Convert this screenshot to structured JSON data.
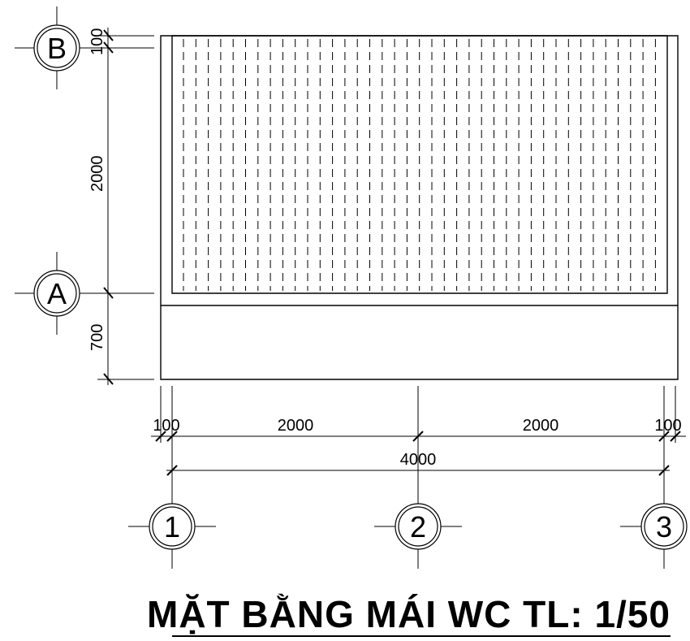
{
  "grid_axes": {
    "horizontal": [
      "B",
      "A"
    ],
    "vertical": [
      "1",
      "2",
      "3"
    ]
  },
  "dimensions": {
    "left_top": "100",
    "left_middle": "2000",
    "left_bottom": "700",
    "bottom_row": [
      "100",
      "2000",
      "2000",
      "100"
    ],
    "overall": "4000"
  },
  "title": "MẶT BẰNG MÁI WC TL: 1/50"
}
